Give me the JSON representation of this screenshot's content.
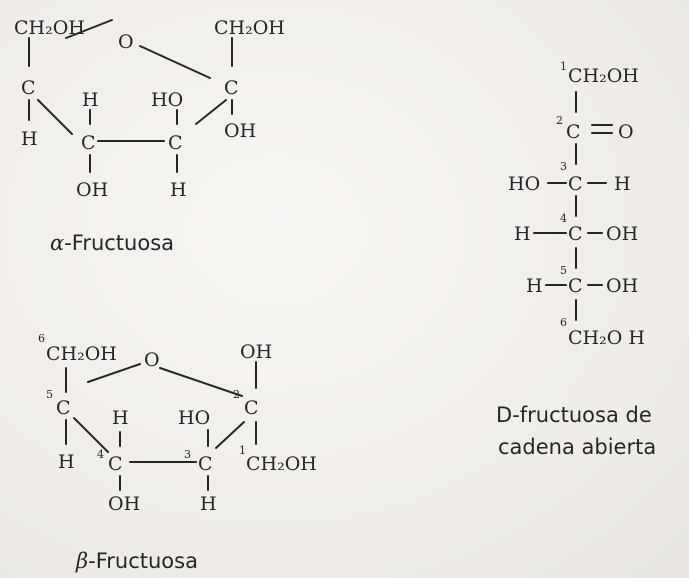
{
  "alpha": {
    "atoms": {
      "ch2oh_left": "CH₂OH",
      "o_ring": "O",
      "ch2oh_right": "CH₂OH",
      "c_left": "C",
      "h_c4_top": "H",
      "ho_c3": "HO",
      "c_right": "C",
      "h_left": "H",
      "c4": "C",
      "c3": "C",
      "oh_right": "OH",
      "oh_c4": "OH",
      "h_c3": "H"
    },
    "caption_greek": "α",
    "caption_text": "-Fructuosa"
  },
  "beta": {
    "atoms": {
      "ch2oh_top": "CH₂OH",
      "o_ring": "O",
      "oh_top": "OH",
      "c5": "C",
      "h_c4_top": "H",
      "ho_c3": "HO",
      "c2": "C",
      "h_c5": "H",
      "c4": "C",
      "c3": "C",
      "ch2oh_c1": "CH₂OH",
      "oh_c4": "OH",
      "h_c3": "H"
    },
    "labels": {
      "n6": "6",
      "n5": "5",
      "n4": "4",
      "n3": "3",
      "n2": "2",
      "n1": "1"
    },
    "caption_greek": "β",
    "caption_text": "-Fructuosa"
  },
  "open_chain": {
    "atoms": {
      "c1_group": "CH₂OH",
      "c2": "C",
      "o_double": "O",
      "ho_c3": "HO",
      "c3": "C",
      "h_c3": "H",
      "h_c4": "H",
      "c4": "C",
      "oh_c4": "OH",
      "h_c5": "H",
      "c5": "C",
      "oh_c5": "OH",
      "c6_group": "CH₂O H"
    },
    "labels": {
      "n1": "1",
      "n2": "2",
      "n3": "3",
      "n4": "4",
      "n5": "5",
      "n6": "6"
    },
    "caption_line1": "D-fructuosa de",
    "caption_line2": "cadena abierta"
  }
}
